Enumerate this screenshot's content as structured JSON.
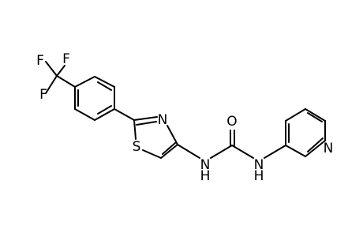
{
  "atom_labels": {
    "f1": "F",
    "f2": "F",
    "f3": "F",
    "n_thiazole": "N",
    "s_thiazole": "S",
    "o_carbonyl": "O",
    "nh_left": "N",
    "h_left": "H",
    "nh_right": "N",
    "h_right": "H",
    "n_pyridine": "N"
  },
  "colors": {
    "bond": "#000000",
    "label": "#000000",
    "background": "#ffffff"
  }
}
